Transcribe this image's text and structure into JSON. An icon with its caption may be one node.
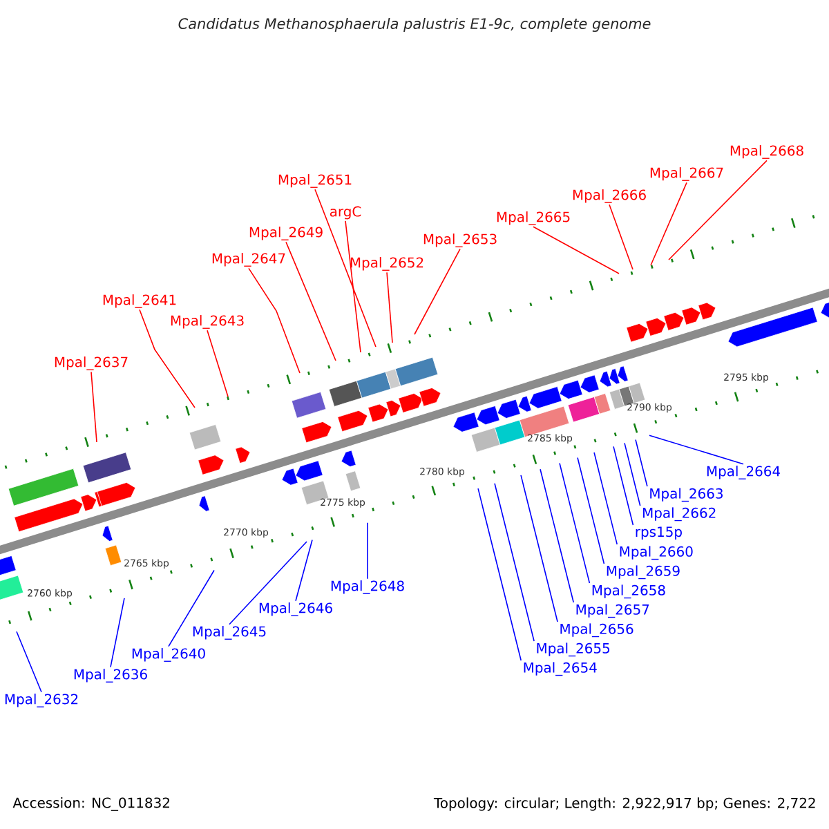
{
  "diagram": {
    "title": "Candidatus Methanosphaerula palustris E1-9c, complete genome",
    "nodes": [
      {
        "text": [
          "Mpal_2637"
        ]
      },
      {
        "text": [
          "Mpal_2641"
        ]
      },
      {
        "text": [
          "Mpal_2643"
        ]
      },
      {
        "text": [
          "Mpal_2647"
        ]
      },
      {
        "text": [
          "Mpal_2649"
        ]
      },
      {
        "text": [
          "argC"
        ]
      },
      {
        "text": [
          "Mpal_2651"
        ]
      },
      {
        "text": [
          "Mpal_2652"
        ]
      },
      {
        "text": [
          "Mpal_2653"
        ]
      },
      {
        "text": [
          "Mpal_2665"
        ]
      },
      {
        "text": [
          "Mpal_2666"
        ]
      },
      {
        "text": [
          "Mpal_2667"
        ]
      },
      {
        "text": [
          "Mpal_2668"
        ]
      },
      {
        "text": [
          "Mpal_2632"
        ]
      },
      {
        "text": [
          "Mpal_2636"
        ]
      },
      {
        "text": [
          "Mpal_2640"
        ]
      },
      {
        "text": [
          "Mpal_2645"
        ]
      },
      {
        "text": [
          "Mpal_2646"
        ]
      },
      {
        "text": [
          "Mpal_2648"
        ]
      },
      {
        "text": [
          "Mpal_2654"
        ]
      },
      {
        "text": [
          "Mpal_2655"
        ]
      },
      {
        "text": [
          "Mpal_2656"
        ]
      },
      {
        "text": [
          "Mpal_2657"
        ]
      },
      {
        "text": [
          "Mpal_2658"
        ]
      },
      {
        "text": [
          "Mpal_2659"
        ]
      },
      {
        "text": [
          "Mpal_2660"
        ]
      },
      {
        "text": [
          "rps15p"
        ]
      },
      {
        "text": [
          "Mpal_2662"
        ]
      },
      {
        "text": [
          "Mpal_2663"
        ]
      },
      {
        "text": [
          "Mpal_2664"
        ]
      }
    ],
    "edges": [
      {
        "from": 0,
        "to": null,
        "arrow": "none",
        "color": "#ff0000"
      },
      {
        "from": 1,
        "to": null,
        "arrow": "none",
        "color": "#ff0000"
      },
      {
        "from": 2,
        "to": null,
        "arrow": "none",
        "color": "#ff0000"
      },
      {
        "from": 3,
        "to": null,
        "arrow": "none",
        "color": "#ff0000"
      },
      {
        "from": 4,
        "to": null,
        "arrow": "none",
        "color": "#ff0000"
      },
      {
        "from": 5,
        "to": null,
        "arrow": "none",
        "color": "#ff0000"
      },
      {
        "from": 6,
        "to": null,
        "arrow": "none",
        "color": "#ff0000"
      },
      {
        "from": 7,
        "to": null,
        "arrow": "none",
        "color": "#ff0000"
      },
      {
        "from": 8,
        "to": null,
        "arrow": "none",
        "color": "#ff0000"
      },
      {
        "from": 9,
        "to": null,
        "arrow": "none",
        "color": "#ff0000"
      },
      {
        "from": 10,
        "to": null,
        "arrow": "none",
        "color": "#ff0000"
      },
      {
        "from": 11,
        "to": null,
        "arrow": "none",
        "color": "#ff0000"
      },
      {
        "from": 12,
        "to": null,
        "arrow": "none",
        "color": "#ff0000"
      },
      {
        "from": 13,
        "to": null,
        "arrow": "none",
        "color": "#0000ff"
      },
      {
        "from": 14,
        "to": null,
        "arrow": "none",
        "color": "#0000ff"
      },
      {
        "from": 15,
        "to": null,
        "arrow": "none",
        "color": "#0000ff"
      },
      {
        "from": 16,
        "to": null,
        "arrow": "none",
        "color": "#0000ff"
      },
      {
        "from": 17,
        "to": null,
        "arrow": "none",
        "color": "#0000ff"
      },
      {
        "from": 18,
        "to": null,
        "arrow": "none",
        "color": "#0000ff"
      },
      {
        "from": 19,
        "to": null,
        "arrow": "none",
        "color": "#0000ff"
      },
      {
        "from": 20,
        "to": null,
        "arrow": "none",
        "color": "#0000ff"
      },
      {
        "from": 21,
        "to": null,
        "arrow": "none",
        "color": "#0000ff"
      },
      {
        "from": 22,
        "to": null,
        "arrow": "none",
        "color": "#0000ff"
      },
      {
        "from": 23,
        "to": null,
        "arrow": "none",
        "color": "#0000ff"
      },
      {
        "from": 24,
        "to": null,
        "arrow": "none",
        "color": "#0000ff"
      },
      {
        "from": 25,
        "to": null,
        "arrow": "none",
        "color": "#0000ff"
      },
      {
        "from": 26,
        "to": null,
        "arrow": "none",
        "color": "#0000ff"
      },
      {
        "from": 27,
        "to": null,
        "arrow": "none",
        "color": "#0000ff"
      },
      {
        "from": 28,
        "to": null,
        "arrow": "none",
        "color": "#0000ff"
      },
      {
        "from": 29,
        "to": null,
        "arrow": "none",
        "color": "#0000ff"
      }
    ],
    "labels": [
      "2760 kbp",
      "2765 kbp",
      "2770 kbp",
      "2775 kbp",
      "2780 kbp",
      "2785 kbp",
      "2790 kbp",
      "2795 kbp",
      "Accession: NC_011832",
      "Topology: circular; Length: 2,922,917 bp; Genes: 2,722"
    ]
  }
}
